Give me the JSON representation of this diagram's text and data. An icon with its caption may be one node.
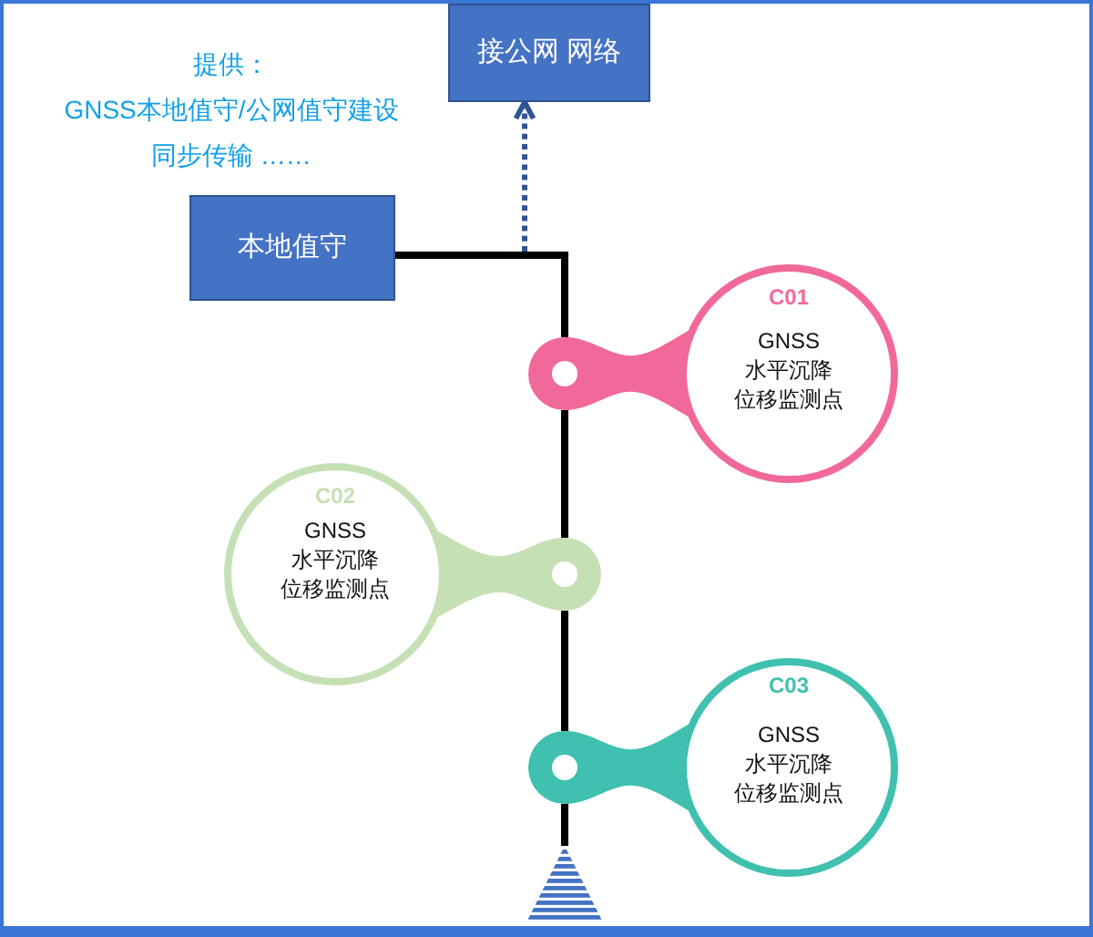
{
  "diagram": {
    "nodes": [
      {
        "text": [
          "接公网 网络"
        ]
      },
      {
        "text": [
          "本地值守"
        ]
      },
      {
        "text": [
          "C01",
          "GNSS",
          "水平沉降",
          "位移监测点"
        ]
      },
      {
        "text": [
          "C02",
          "GNSS",
          "水平沉降",
          "位移监测点"
        ]
      },
      {
        "text": [
          "C03",
          "GNSS",
          "水平沉降",
          "位移监测点"
        ]
      },
      {
        "text": [],
        "shape": "triangle"
      }
    ],
    "edges": [
      {
        "from": 1,
        "to": 2,
        "arrow": "none"
      },
      {
        "from": 2,
        "to": 3,
        "arrow": "none"
      },
      {
        "from": 3,
        "to": 4,
        "arrow": "none"
      },
      {
        "from": 4,
        "to": 5,
        "arrow": "none"
      },
      {
        "from": null,
        "to": 0,
        "arrow": "to",
        "style": "dashed",
        "color": "#2f5597"
      }
    ],
    "labels": [
      "提供：",
      "GNSS本地值守/公网值守建设",
      "同步传输 ……"
    ]
  }
}
